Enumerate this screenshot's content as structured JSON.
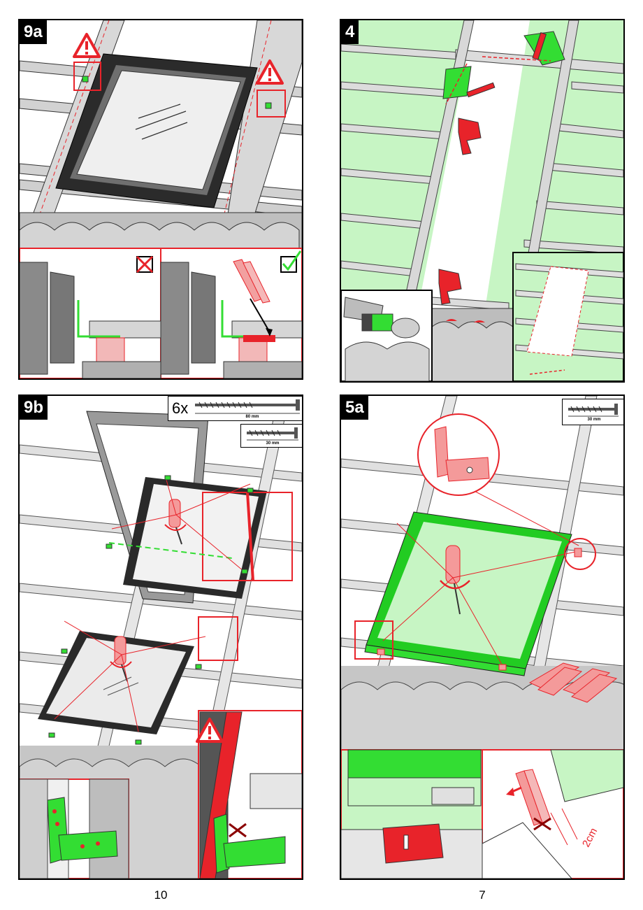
{
  "panels": {
    "p9a": {
      "label": "9a"
    },
    "p4": {
      "label": "4"
    },
    "p9b": {
      "label": "9b",
      "screw_long": {
        "qty": "6x",
        "length": "80 mm"
      },
      "screw_short": {
        "length": "30 mm"
      }
    },
    "p5a": {
      "label": "5a",
      "screw": {
        "length": "30 mm"
      },
      "distance": "2cm"
    }
  },
  "page_numbers": {
    "left": "10",
    "right": "7"
  },
  "icons": [
    "warning-triangle-icon",
    "crossed-box-icon",
    "checked-box-icon",
    "screwdriver-icon",
    "screw-icon"
  ],
  "colors": {
    "accent_red": "#e8232a",
    "accent_green": "#33dd33",
    "light_green": "#c7f5c4",
    "roof_gray": "#c9c9c9"
  }
}
